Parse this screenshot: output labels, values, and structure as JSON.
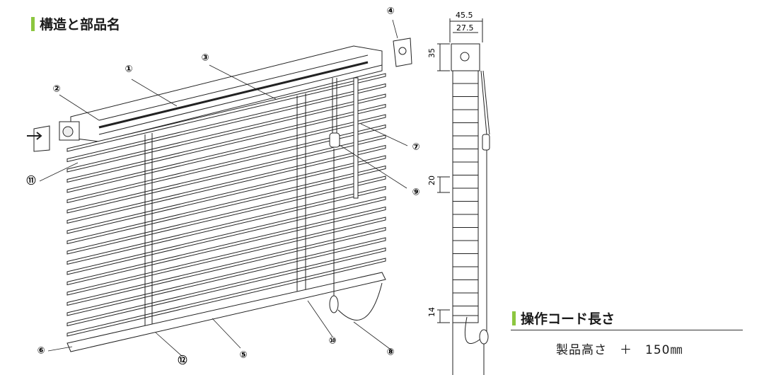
{
  "titles": {
    "structure": "構造と部品名",
    "cord_length": "操作コード長さ"
  },
  "formula": {
    "text": "製品高さ　＋　150㎜"
  },
  "callouts": [
    "①",
    "②",
    "③",
    "④",
    "⑤",
    "⑥",
    "⑦",
    "⑧",
    "⑨",
    "⑩",
    "⑪",
    "⑫"
  ],
  "dimensions": {
    "overall_depth": "45.5",
    "rail_depth": "27.5",
    "rail_height": "35",
    "slat_pitch": "20",
    "bottom_rail_height": "14"
  },
  "colors": {
    "accent_bar": "#8cc63f",
    "line": "#222222"
  }
}
